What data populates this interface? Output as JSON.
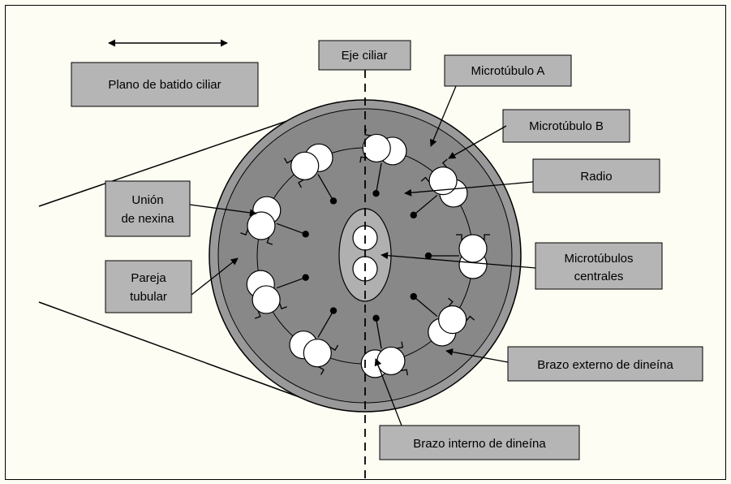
{
  "labels": {
    "plane": "Plano de batido ciliar",
    "axis": "Eje ciliar",
    "microtubule_a": "Microtúbulo A",
    "microtubule_b": "Microtúbulo B",
    "radius": "Radio",
    "nexin_line1": "Unión",
    "nexin_line2": "de nexina",
    "pair_line1": "Pareja",
    "pair_line2": "tubular",
    "central_line1": "Microtúbulos",
    "central_line2": "centrales",
    "outer_arm": "Brazo externo de dineína",
    "inner_arm": "Brazo interno de dineína"
  },
  "colors": {
    "background": "#fdfdf3",
    "label_box": "#b5b5b5",
    "membrane": "#999999",
    "cytoplasm": "#888888",
    "central_sheath": "#b0b0b0",
    "tubule": "#ffffff"
  }
}
